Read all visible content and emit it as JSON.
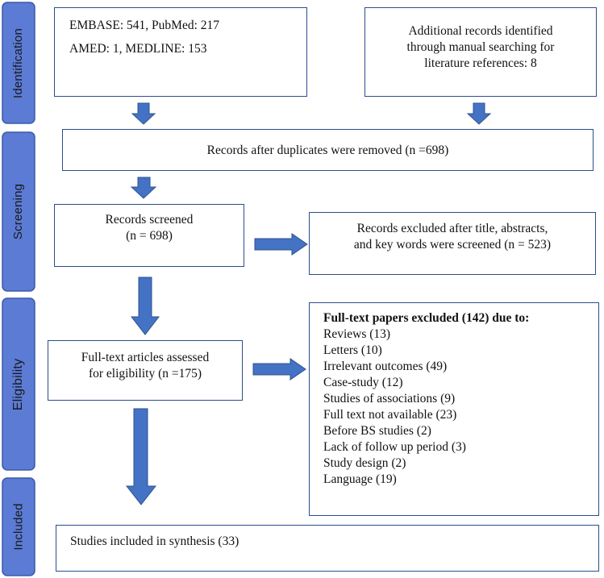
{
  "stages": {
    "identification": "Identification",
    "screening": "Screening",
    "eligibility": "Eligibility",
    "included": "Included"
  },
  "boxes": {
    "databases": {
      "line1": "EMBASE: 541, PubMed: 217",
      "line2": "AMED: 1, MEDLINE: 153"
    },
    "additional": {
      "line1": "Additional records identified",
      "line2": "through manual searching for",
      "line3": "literature references: 8"
    },
    "duplicates_removed": "Records after duplicates were removed (n =698)",
    "screened": {
      "line1": "Records screened",
      "line2": "(n = 698)"
    },
    "excluded_screening": {
      "line1": "Records excluded after title, abstracts,",
      "line2": "and key words were screened (n = 523)"
    },
    "fulltext_assessed": {
      "line1": "Full-text articles assessed",
      "line2": "for eligibility (n =175)"
    },
    "fulltext_excluded": {
      "heading": "Full-text papers excluded (142) due to:",
      "reasons": [
        "Reviews (13)",
        "Letters (10)",
        "Irrelevant outcomes (49)",
        "Case-study (12)",
        "Studies of associations (9)",
        "Full text not available (23)",
        "Before BS studies (2)",
        "Lack of follow up period (3)",
        "Study design (2)",
        "Language (19)"
      ]
    },
    "included": "Studies included in synthesis (33)"
  },
  "colors": {
    "stage_fill": "#5b7bd5",
    "stage_stroke": "#3a5aa8",
    "arrow_fill": "#4472c4",
    "box_border": "#2b4e8c"
  }
}
